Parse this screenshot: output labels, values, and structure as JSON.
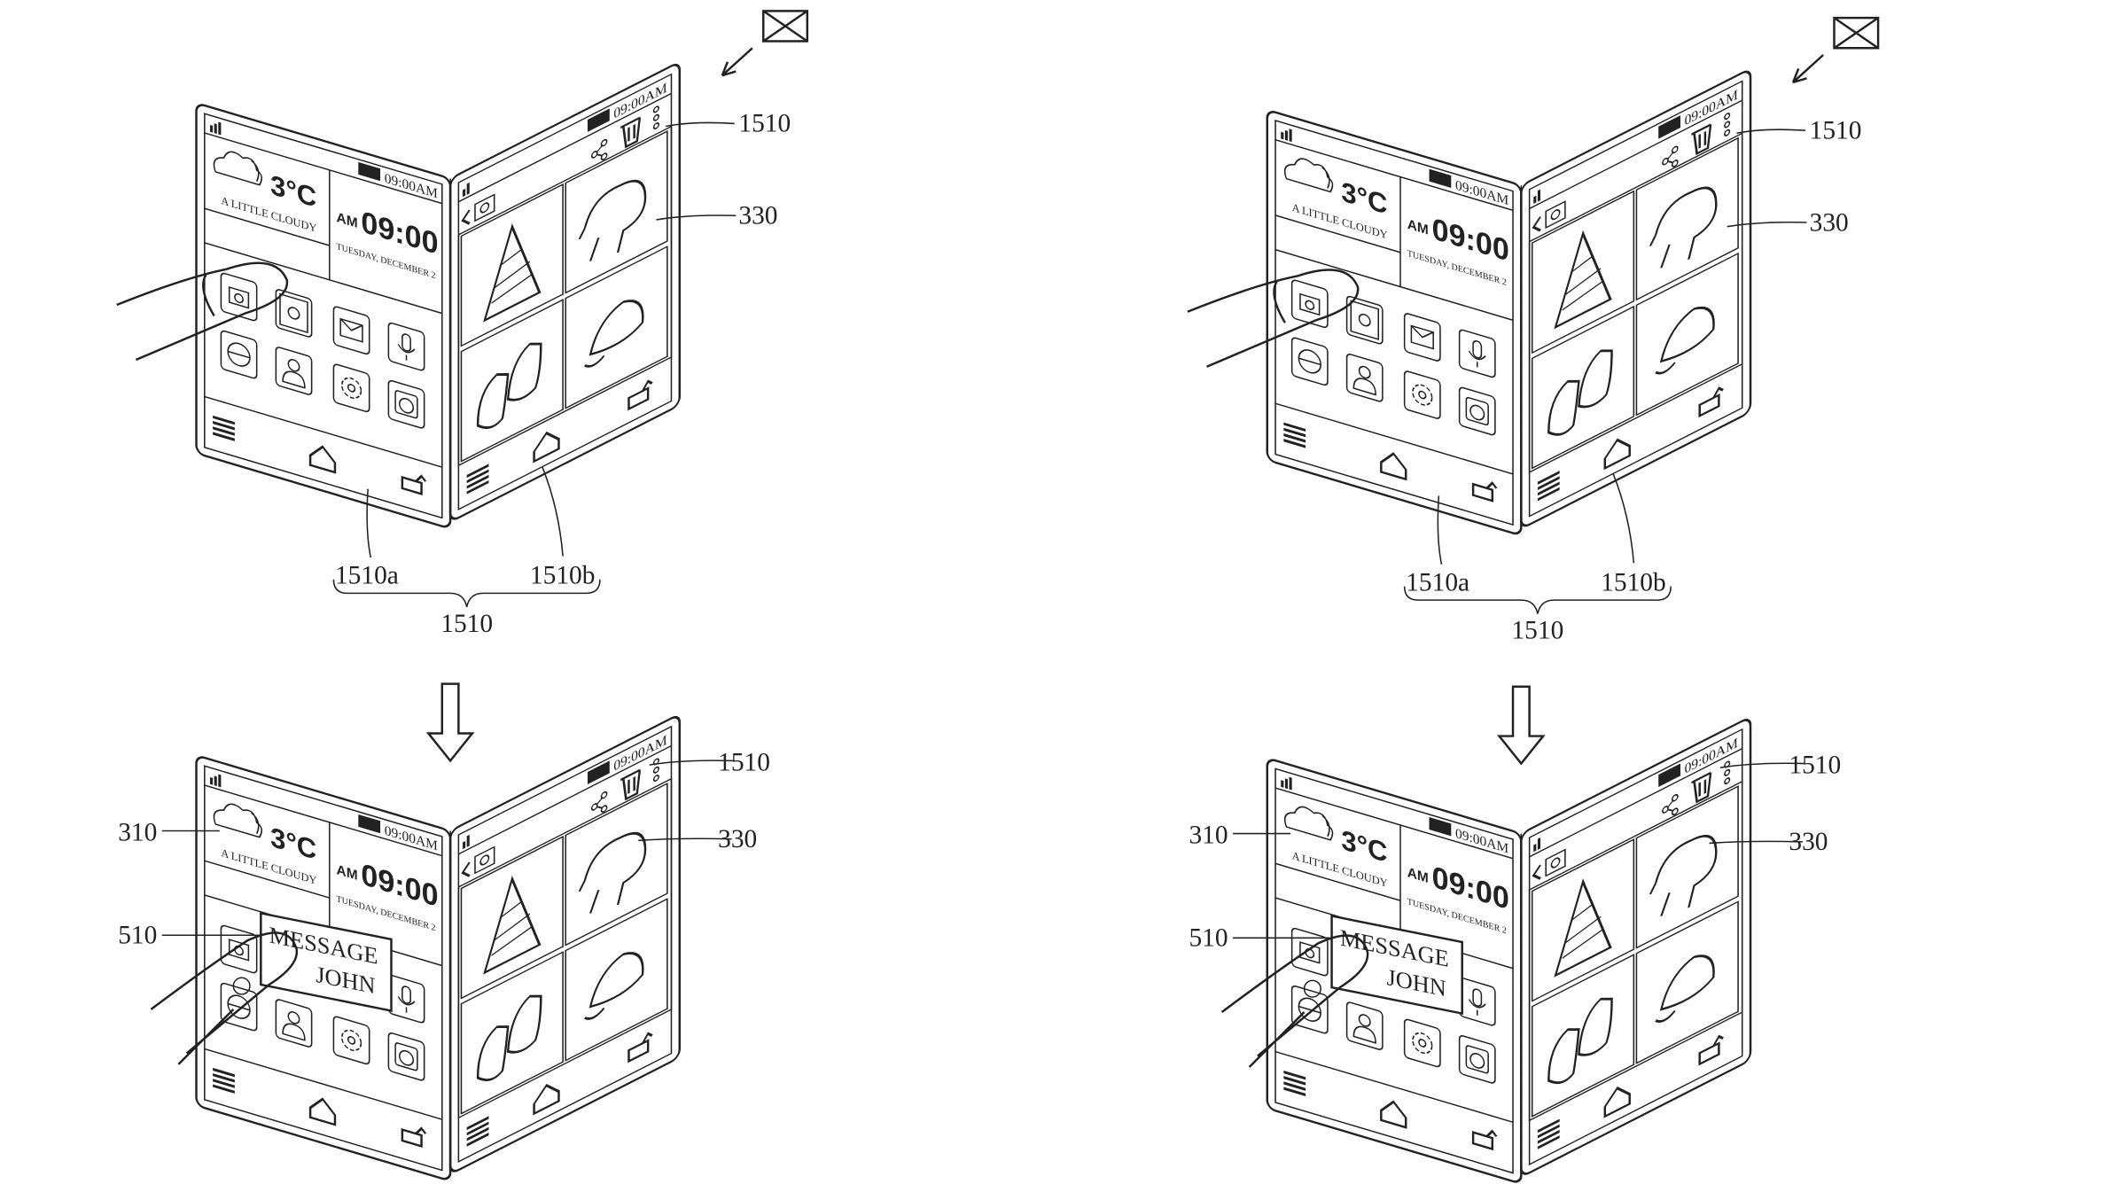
{
  "screen": {
    "status_time": "09:00AM",
    "temperature": "3°C",
    "weather_desc": "A LITTLE CLOUDY",
    "clock_ampm": "AM",
    "clock_time": "09:00",
    "date": "TUESDAY, DECEMBER 2"
  },
  "popup": {
    "line1": "MESSAGE",
    "line2": "JOHN"
  },
  "figures": [
    {
      "labels": {
        "display": "1510",
        "content": "330",
        "first_region": "1510a",
        "second_region": "1510b",
        "brace": "1510"
      }
    },
    {
      "labels": {
        "display": "1510",
        "content": "330",
        "first_region": "1510a",
        "second_region": "1510b",
        "brace": "1510"
      }
    },
    {
      "labels": {
        "display": "1510",
        "content": "330",
        "widget": "310",
        "popup": "510"
      }
    },
    {
      "labels": {
        "display": "1510",
        "content": "330",
        "widget": "310",
        "popup": "510"
      }
    }
  ],
  "colors": {
    "ink": "#222222",
    "background": "#ffffff"
  }
}
